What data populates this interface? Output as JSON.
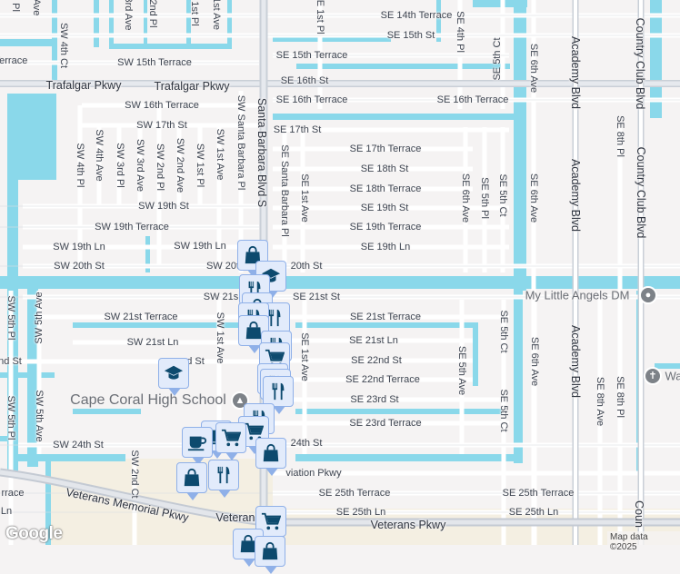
{
  "map": {
    "colors": {
      "land": "#f5f3f3",
      "water": "#8ad8ea",
      "road": "#ffffff",
      "road_outline": "#d9dde3",
      "highway": "#c9cfd7",
      "commercial": "#f4efe2",
      "marker_bg": "#e2ebfb",
      "marker_icon": "#0d4a6e"
    },
    "attribution": "Map data ©2025",
    "logo": "Google",
    "places": {
      "school": "Cape Coral High School",
      "daycare": "My Little Angels DM",
      "church_partial": "Wa"
    },
    "streets_h": [
      "SE 14th Terrace",
      "SE 15th St",
      "SW 15th Terrace",
      "SE 15th Terrace",
      "Terrace",
      "Trafalgar Pkwy",
      "Trafalgar Pkwy",
      "SE 16th St",
      "SE 16th Terrace",
      "SE 16th Terrace",
      "SW 16th Terrace",
      "SW 17th St",
      "SE 17th St",
      "SE 17th Terrace",
      "SE 18th St",
      "SE 18th Terrace",
      "SW 19th St",
      "SE 19th St",
      "SW 19th Terrace",
      "SE 19th Terrace",
      "SW 19th Ln",
      "SW 19th Ln",
      "SE 19th Ln",
      "SW 20th St",
      "SW 20t",
      "20th St",
      "SW 21s",
      "SE 21st St",
      "SW 21st Terrace",
      "SE 21st Terrace",
      "SW 21st Ln",
      "SE 21st Ln",
      "nd St",
      "d St",
      "SE 22nd St",
      "SE 22nd Terrace",
      "SE 23rd St",
      "SE 23rd Terrace",
      "SW 24th St",
      "24th St",
      "viation Pkwy",
      "SE 25th Terrace",
      "SE 25th Terrace",
      "SE 25th Ln",
      "SE 25th Ln",
      "Veterans",
      "Veterans Pkwy",
      "Veterans Memorial Pkwy",
      "rrace",
      "Ln"
    ],
    "streets_v": [
      "SW 4th Ct",
      "SE 1st Pl",
      "SE 4th Pl",
      "SE 5th Ct",
      "SE 6th Ave",
      "Academy Blvd",
      "Country Club Blvd",
      "SE 8th Pl",
      "3rd Ave",
      "2nd Pl",
      "1st Pl",
      "1st Ave",
      "Pl",
      "Ave",
      "SW Santa Barbara Pl",
      "Santa Barbara Blvd S",
      "SE Santa Barbara Pl",
      "SE 1st Ave",
      "SW 4th Pl",
      "SW 4th Ave",
      "SW 3rd Pl",
      "SW 3rd Ave",
      "SW 2nd Pl",
      "SW 2nd Ave",
      "SW 1st Pl",
      "SW 1st Ave",
      "SE 6th Ave",
      "SE 5th Pl",
      "SE 5th Ct",
      "SE 6th Ave",
      "Academy Blvd",
      "Country Club Blvd",
      "SW 5th Pl",
      "SW 5th Ave",
      "SW 1st Ave",
      "SE 1st Ave",
      "SE 5th Ave",
      "SE 5th Ct",
      "SE 6th Ave",
      "Academy Blvd",
      "SE 8th Ave",
      "SE 8th Pl",
      "SW 5th Pl",
      "SW 5th Ave",
      "SE 5th Ct",
      "SW 2nd Ct",
      "Coun"
    ],
    "marker_icons": [
      "shopping-bag",
      "graduation-cap",
      "fork-knife",
      "shopping-cart",
      "coffee-cup"
    ]
  }
}
